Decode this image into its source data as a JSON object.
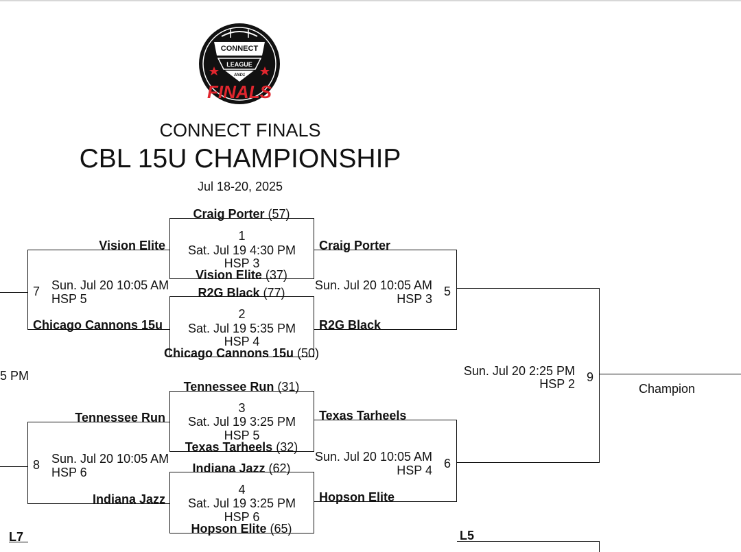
{
  "header": {
    "subtitle": "CONNECT FINALS",
    "title": "CBL 15U CHAMPIONSHIP",
    "dates": "Jul 18-20, 2025"
  },
  "logo": {
    "text_top": "CONNECT",
    "text_mid": "LEAGUE",
    "text_brand": "AND1",
    "text_bottom": "FINALS",
    "accent_color": "#e0262e"
  },
  "games": {
    "g1": {
      "number": "1",
      "time": "Sat. Jul 19 4:30 PM",
      "court": "HSP 3",
      "top_team": "Craig Porter",
      "top_score": "(57)",
      "bottom_team": "Vision Elite",
      "bottom_score": "(37)"
    },
    "g2": {
      "number": "2",
      "time": "Sat. Jul 19 5:35 PM",
      "court": "HSP 4",
      "top_team": "R2G Black",
      "top_score": "(77)",
      "bottom_team": "Chicago Cannons 15u",
      "bottom_score": "(50)"
    },
    "g3": {
      "number": "3",
      "time": "Sat. Jul 19 3:25 PM",
      "court": "HSP 5",
      "top_team": "Tennessee Run",
      "top_score": "(31)",
      "bottom_team": "Texas Tarheels",
      "bottom_score": "(32)"
    },
    "g4": {
      "number": "4",
      "time": "Sat. Jul 19 3:25 PM",
      "court": "HSP 6",
      "top_team": "Indiana Jazz",
      "top_score": "(62)",
      "bottom_team": "Hopson Elite",
      "bottom_score": "(65)"
    },
    "g5": {
      "number": "5",
      "time": "Sun. Jul 20 10:05 AM",
      "court": "HSP 3",
      "top_team": "Craig Porter",
      "bottom_team": "R2G Black"
    },
    "g6": {
      "number": "6",
      "time": "Sun. Jul 20 10:05 AM",
      "court": "HSP 4",
      "top_team": "Texas Tarheels",
      "bottom_team": "Hopson Elite"
    },
    "g7": {
      "number": "7",
      "time": "Sun. Jul 20 10:05 AM",
      "court": "HSP 5",
      "top_team": "Vision Elite",
      "bottom_team": "Chicago Cannons 15u"
    },
    "g8": {
      "number": "8",
      "time": "Sun. Jul 20 10:05 AM",
      "court": "HSP 6",
      "top_team": "Tennessee Run",
      "bottom_team": "Indiana Jazz"
    },
    "g9": {
      "number": "9",
      "time": "Sun. Jul 20 2:25 PM",
      "court": "HSP 2"
    }
  },
  "champion_label": "Champion",
  "cut_time": "5 PM",
  "loser_labels": {
    "l7": "L7",
    "l5": "L5"
  }
}
